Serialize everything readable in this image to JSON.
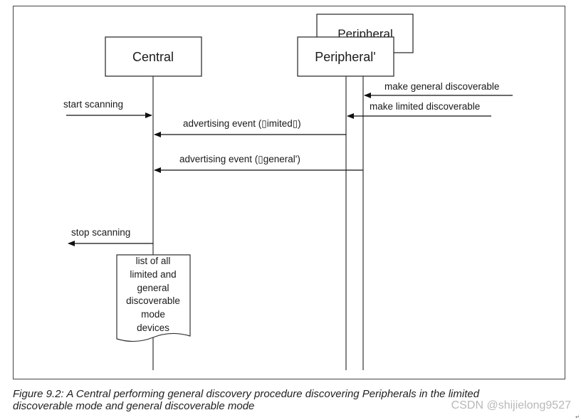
{
  "diagram": {
    "boxes": {
      "central": "Central",
      "peripheral_back": "Peripheral",
      "peripheral_front": "Peripheral'"
    },
    "messages": {
      "make_general": "make general discoverable",
      "make_limited": "make limited discoverable",
      "start_scanning": "start scanning",
      "adv_limited": "advertising event (▯imited▯)",
      "adv_general": "advertising event (▯general')",
      "stop_scanning": "stop scanning"
    },
    "note_lines": [
      "list of all",
      "limited and",
      "general",
      "discoverable",
      "mode",
      "devices"
    ]
  },
  "caption": {
    "line1": "Figure 9.2:  A Central performing general discovery procedure discovering Peripherals in the limited",
    "line2": "discoverable mode and general discoverable mode"
  },
  "watermark": "CSDN @shijielong9527",
  "corner_mark": "↵"
}
